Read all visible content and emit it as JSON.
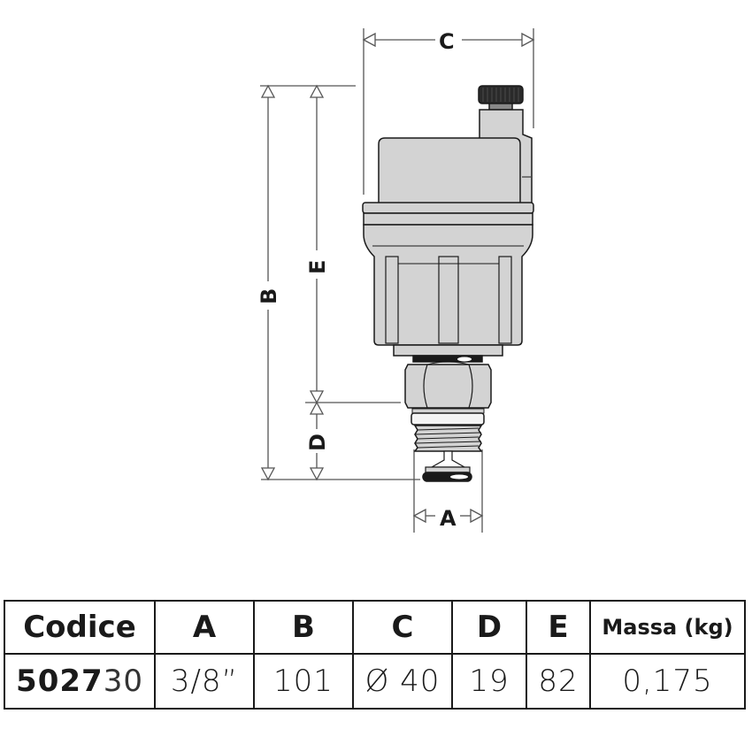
{
  "drawing": {
    "subject": "automatic air vent valve",
    "dimension_labels": {
      "A": "A",
      "B": "B",
      "C": "C",
      "D": "D",
      "E": "E"
    },
    "colors": {
      "body_fill": "#d3d3d3",
      "outline": "#1a1a1a",
      "dim_line": "#555555",
      "cap": "#2a2a2a"
    }
  },
  "table": {
    "headers": [
      "Codice",
      "A",
      "B",
      "C",
      "D",
      "E",
      "Massa (kg)"
    ],
    "rows": [
      {
        "code_bold": "5027",
        "code_suffix": "30",
        "A": "3/8”",
        "B": "101",
        "C": "Ø 40",
        "D": "19",
        "E": "82",
        "massa": "0,175"
      }
    ]
  }
}
